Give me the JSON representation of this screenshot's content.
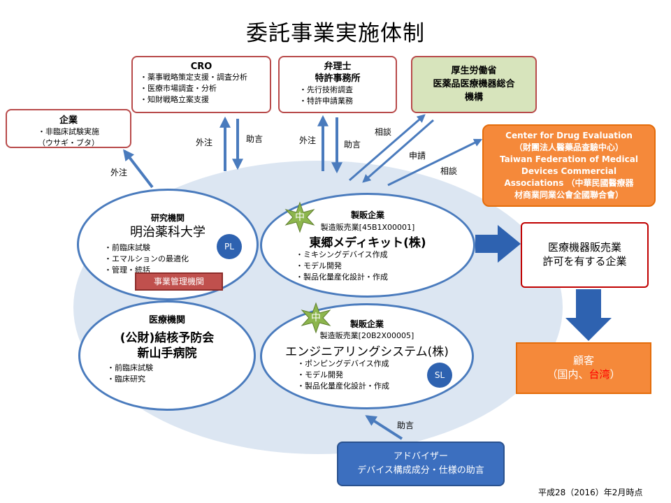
{
  "title": "委託事業実施体制",
  "cro": {
    "heading": "CRO",
    "items": [
      "薬事戦略策定支援・調査分析",
      "医療市場調査・分析",
      "知財戦略立案支援"
    ]
  },
  "patent": {
    "heading1": "弁理士",
    "heading2": "特許事務所",
    "items": [
      "先行技術調査",
      "特許申請業務"
    ]
  },
  "mhlw": {
    "line1": "厚生労働省",
    "line2": "医薬品医療機器総合",
    "line3": "機構"
  },
  "company": {
    "heading": "企業",
    "items": [
      "非臨床試験実施"
    ],
    "note": "（ウサギ・ブタ）"
  },
  "cde": {
    "line1": "Center for Drug Evaluation",
    "line2": "（財團法人醫藥品查驗中心）",
    "line3": "Taiwan Federation of Medical",
    "line4": "Devices Commercial",
    "line5": "Associations （中華民國醫療器",
    "line6": "材商業同業公會全國聯合會）"
  },
  "labels": {
    "gaichu": "外注",
    "jogen": "助言",
    "sodan": "相談",
    "shinsei": "申請"
  },
  "research": {
    "type": "研究機関",
    "name": "明治薬科大学",
    "items": [
      "前臨床試験",
      "エマルションの最適化",
      "管理・統括"
    ],
    "pl": "PL",
    "mgmt": "事業管理機関"
  },
  "toho": {
    "type": "製販企業",
    "license": "製造販売業[45B1X00001]",
    "name": "東郷メディキット(株)",
    "items": [
      "ミキシングデバイス作成",
      "モデル開発",
      "製品化量産化設計・作成"
    ],
    "star": "中"
  },
  "medical": {
    "type": "医療機関",
    "name1": "(公財)結核予防会",
    "name2": "新山手病院",
    "items": [
      "前臨床試験",
      "臨床研究"
    ]
  },
  "eng": {
    "type": "製販企業",
    "license": "製造販売業[20B2X00005]",
    "name": "エンジニアリングシステム(株)",
    "items": [
      "ポンピングデバイス作成",
      "モデル開発",
      "製品化量産化設計・作成"
    ],
    "sl": "SL",
    "star": "中"
  },
  "seller": {
    "line1": "医療機器販売業",
    "line2": "許可を有する企業"
  },
  "customer": {
    "line1": "顧客",
    "line2a": "（国内、",
    "line2b": "台湾",
    "line2c": "）"
  },
  "advisor": {
    "line1": "アドバイザー",
    "line2": "デバイス構成成分・仕様の助言"
  },
  "footer": "平成28（2016）年2月時点",
  "colors": {
    "accent_blue": "#4a7bbd",
    "orange": "#f5893a",
    "green_fill": "#d7e4bc",
    "red_border": "#c00000",
    "advisor_fill": "#3c6fbf",
    "star": "#8db64d",
    "mgmt": "#c0504d",
    "taiwan_red": "#ff0000"
  }
}
